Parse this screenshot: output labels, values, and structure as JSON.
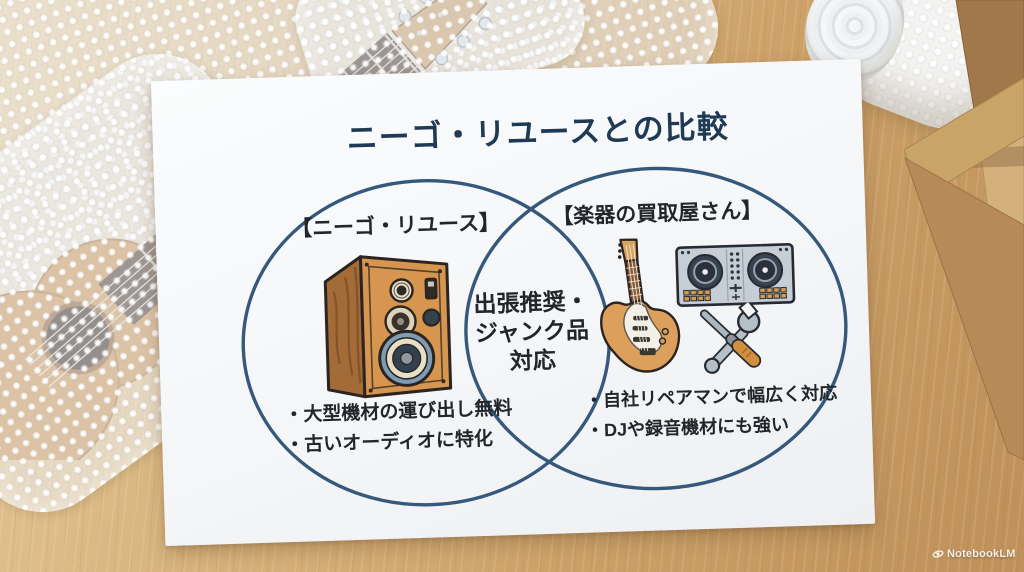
{
  "page": {
    "title": "ニーゴ・リユースとの比較"
  },
  "venn": {
    "left": {
      "label": "【ニーゴ・リユース】",
      "illustration": "vintage-speaker",
      "bullets": [
        "・大型機材の運び出し無料",
        "・古いオーディオに特化"
      ]
    },
    "right": {
      "label": "【楽器の買取屋さん】",
      "illustrations": [
        "electric-guitar",
        "dj-controller",
        "crossed-tools"
      ],
      "bullets": [
        "・自社リペアマンで幅広く対応",
        "・DJや録音機材にも強い"
      ]
    },
    "overlap": {
      "lines": [
        "出張推奨・",
        "ジャンク品",
        "対応"
      ]
    }
  },
  "watermark": {
    "label": "NotebookLM",
    "icon": "notebooklm-logo"
  },
  "colors": {
    "circle_stroke": "#35587b",
    "title_text": "#1e3a55",
    "body_text": "#22262b",
    "paper": "#f5f6f8",
    "wood": "#cba067",
    "illustration_orange": "#d6964f",
    "steel_blue": "#7d9cb4"
  }
}
